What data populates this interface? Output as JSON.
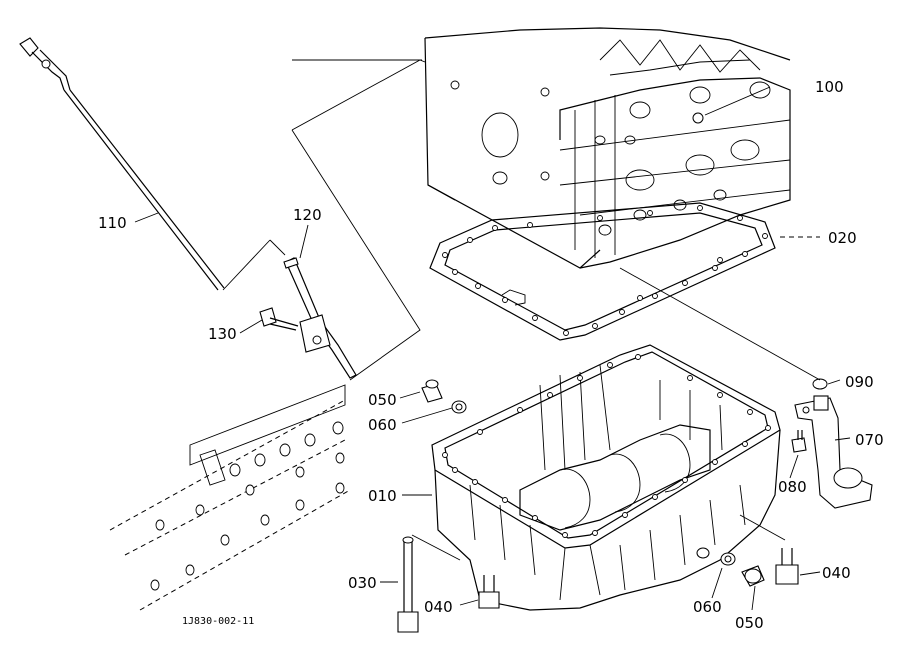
{
  "labels": {
    "p100": "100",
    "p020": "020",
    "p110": "110",
    "p120": "120",
    "p130": "130",
    "p090": "090",
    "p070": "070",
    "p050a": "050",
    "p060a": "060",
    "p010": "010",
    "p080": "080",
    "p030": "030",
    "p040a": "040",
    "p060b": "060",
    "p040b": "040",
    "p050b": "050"
  },
  "drawing_code": "1J830-002-11"
}
